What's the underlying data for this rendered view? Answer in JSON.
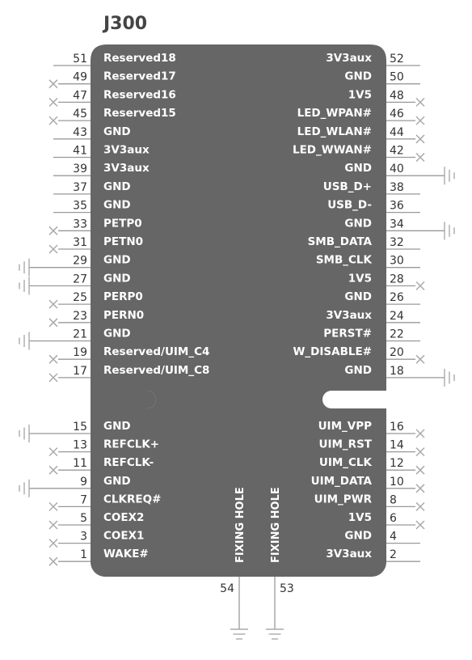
{
  "title": "J300",
  "fixing_holes": [
    {
      "label": "FIXING HOLE",
      "pin": "54"
    },
    {
      "label": "FIXING HOLE",
      "pin": "53"
    }
  ],
  "left_top": [
    {
      "num": "51",
      "label": "Reserved18",
      "end": "none"
    },
    {
      "num": "49",
      "label": "Reserved17",
      "end": "nc"
    },
    {
      "num": "47",
      "label": "Reserved16",
      "end": "nc"
    },
    {
      "num": "45",
      "label": "Reserved15",
      "end": "nc"
    },
    {
      "num": "43",
      "label": "GND",
      "end": "none"
    },
    {
      "num": "41",
      "label": "3V3aux",
      "end": "none"
    },
    {
      "num": "39",
      "label": "3V3aux",
      "end": "none"
    },
    {
      "num": "37",
      "label": "GND",
      "end": "none"
    },
    {
      "num": "35",
      "label": "GND",
      "end": "none"
    },
    {
      "num": "33",
      "label": "PETP0",
      "end": "nc"
    },
    {
      "num": "31",
      "label": "PETN0",
      "end": "nc"
    },
    {
      "num": "29",
      "label": "GND",
      "end": "gnd"
    },
    {
      "num": "27",
      "label": "GND",
      "end": "gnd"
    },
    {
      "num": "25",
      "label": "PERP0",
      "end": "nc"
    },
    {
      "num": "23",
      "label": "PERN0",
      "end": "nc"
    },
    {
      "num": "21",
      "label": "GND",
      "end": "gnd"
    },
    {
      "num": "19",
      "label": "Reserved/UIM_C4",
      "end": "nc"
    },
    {
      "num": "17",
      "label": "Reserved/UIM_C8",
      "end": "nc"
    }
  ],
  "right_top": [
    {
      "num": "52",
      "label": "3V3aux",
      "end": "none"
    },
    {
      "num": "50",
      "label": "GND",
      "end": "none"
    },
    {
      "num": "48",
      "label": "1V5",
      "end": "nc"
    },
    {
      "num": "46",
      "label": "LED_WPAN#",
      "end": "nc"
    },
    {
      "num": "44",
      "label": "LED_WLAN#",
      "end": "nc"
    },
    {
      "num": "42",
      "label": "LED_WWAN#",
      "end": "nc"
    },
    {
      "num": "40",
      "label": "GND",
      "end": "gnd"
    },
    {
      "num": "38",
      "label": "USB_D+",
      "end": "none"
    },
    {
      "num": "36",
      "label": "USB_D-",
      "end": "none"
    },
    {
      "num": "34",
      "label": "GND",
      "end": "gnd"
    },
    {
      "num": "32",
      "label": "SMB_DATA",
      "end": "none"
    },
    {
      "num": "30",
      "label": "SMB_CLK",
      "end": "none"
    },
    {
      "num": "28",
      "label": "1V5",
      "end": "nc"
    },
    {
      "num": "26",
      "label": "GND",
      "end": "none"
    },
    {
      "num": "24",
      "label": "3V3aux",
      "end": "none"
    },
    {
      "num": "22",
      "label": "PERST#",
      "end": "none"
    },
    {
      "num": "20",
      "label": "W_DISABLE#",
      "end": "nc"
    },
    {
      "num": "18",
      "label": "GND",
      "end": "gnd"
    }
  ],
  "left_bottom": [
    {
      "num": "15",
      "label": "GND",
      "end": "gnd"
    },
    {
      "num": "13",
      "label": "REFCLK+",
      "end": "nc"
    },
    {
      "num": "11",
      "label": "REFCLK-",
      "end": "nc"
    },
    {
      "num": "9",
      "label": "GND",
      "end": "gnd"
    },
    {
      "num": "7",
      "label": "CLKREQ#",
      "end": "nc"
    },
    {
      "num": "5",
      "label": "COEX2",
      "end": "nc"
    },
    {
      "num": "3",
      "label": "COEX1",
      "end": "nc"
    },
    {
      "num": "1",
      "label": "WAKE#",
      "end": "nc"
    }
  ],
  "right_bottom": [
    {
      "num": "16",
      "label": "UIM_VPP",
      "end": "nc"
    },
    {
      "num": "14",
      "label": "UIM_RST",
      "end": "nc"
    },
    {
      "num": "12",
      "label": "UIM_CLK",
      "end": "nc"
    },
    {
      "num": "10",
      "label": "UIM_DATA",
      "end": "nc"
    },
    {
      "num": "8",
      "label": "UIM_PWR",
      "end": "nc"
    },
    {
      "num": "6",
      "label": "1V5",
      "end": "nc"
    },
    {
      "num": "4",
      "label": "GND",
      "end": "none"
    },
    {
      "num": "2",
      "label": "3V3aux",
      "end": "none"
    }
  ]
}
